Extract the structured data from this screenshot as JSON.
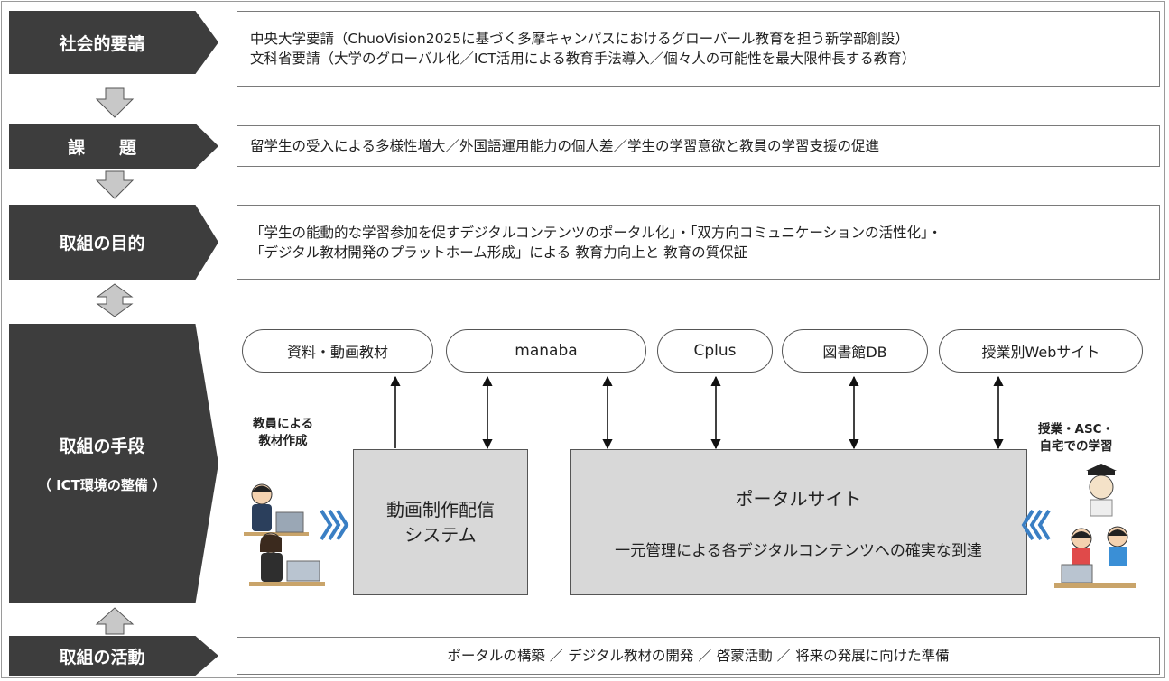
{
  "steps": {
    "social": "社会的要請",
    "issues": "課　　題",
    "purpose": "取組の目的",
    "means": "取組の手段",
    "means_sub": "（ ICT環境の整備 ）",
    "activities": "取組の活動"
  },
  "boxes": {
    "social_line1": "中央大学要請（ChuoVision2025に基づく多摩キャンパスにおけるグローバール教育を担う新学部創設）",
    "social_line2": "文科省要請（大学のグローバル化／ICT活用による教育手法導入／個々人の可能性を最大限伸長する教育）",
    "issues_line": "留学生の受入による多様性増大／外国語運用能力の個人差／学生の学習意欲と教員の学習支援の促進",
    "purpose_line1": "「学生の能動的な学習参加を促すデジタルコンテンツのポータル化」・「双方向コミュニケーションの活性化」・",
    "purpose_line2": "「デジタル教材開発のプラットホーム形成」による 教育力向上と 教育の質保証",
    "activities_line": "ポータルの構築 ／ デジタル教材の開発 ／ 啓蒙活動 ／ 将来の発展に向けた準備"
  },
  "resources": [
    "資料・動画教材",
    "manaba",
    "Cplus",
    "図書館DB",
    "授業別Webサイト"
  ],
  "systems": {
    "video_line1": "動画制作配信",
    "video_line2": "システム",
    "portal_title": "ポータルサイト",
    "portal_sub": "一元管理による各デジタルコンテンツへの確実な到達"
  },
  "annotations": {
    "teacher_line1": "教員による",
    "teacher_line2": "教材作成",
    "learner_line1": "授業・ASC・",
    "learner_line2": "自宅での学習"
  },
  "icons": {
    "flow_arrows": "down-arrow-icon, up-down-arrow-icon, up-arrow-icon",
    "people": "teacher-illustration, learner-illustration"
  },
  "colors": {
    "step_fill": "#3d3d3d",
    "system_fill": "#d8d8d8",
    "flow_arrow": "#c8c8c8",
    "chevron_blue": "#3a7fc4"
  }
}
